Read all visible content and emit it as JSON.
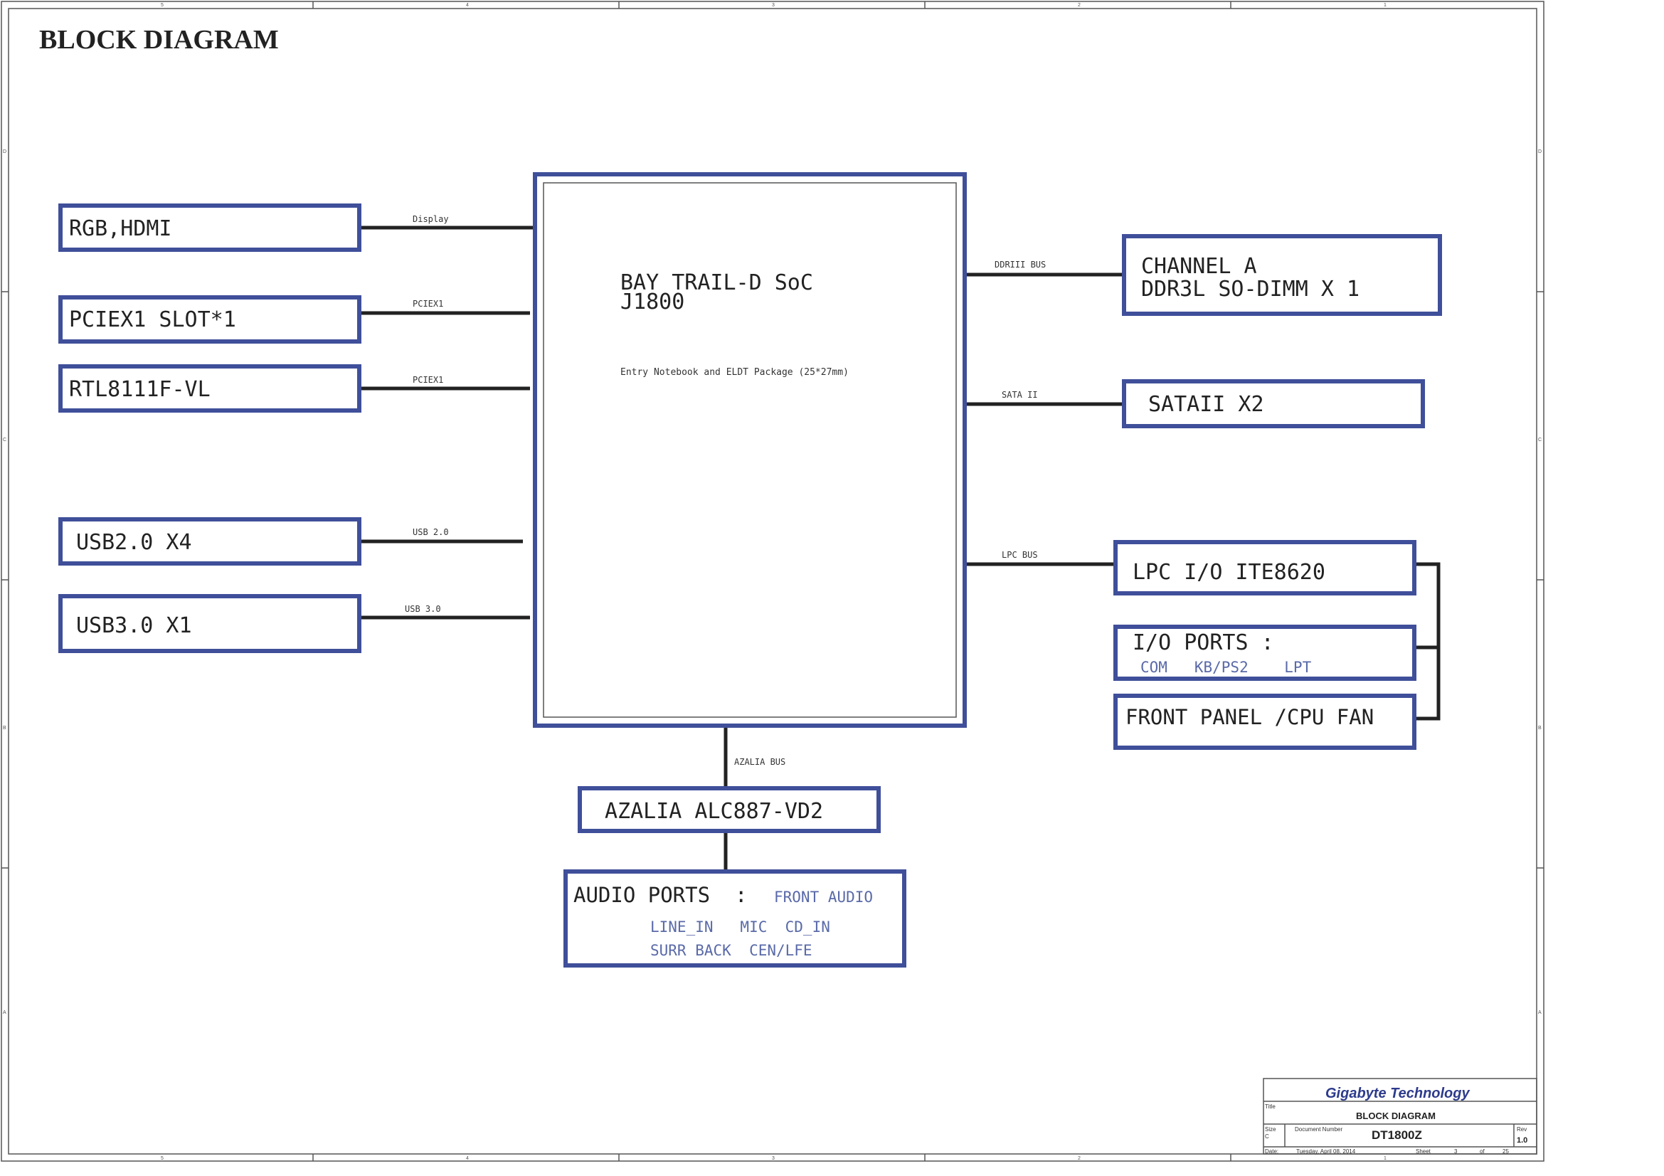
{
  "title": "BLOCK DIAGRAM",
  "zone_markers": {
    "top": [
      "5",
      "4",
      "3",
      "2",
      "1"
    ],
    "side": [
      "D",
      "C",
      "B",
      "A"
    ]
  },
  "soc": {
    "line1": "BAY TRAIL-D SoC",
    "line2": "J1800",
    "package": "Entry Notebook and ELDT  Package (25*27mm)"
  },
  "left_blocks": [
    {
      "label": "RGB,HDMI",
      "bus": "Display"
    },
    {
      "label": "PCIEX1 SLOT*1",
      "bus": "PCIEX1"
    },
    {
      "label": "RTL8111F-VL",
      "bus": "PCIEX1"
    },
    {
      "label": "USB2.0  X4",
      "bus": "USB 2.0"
    },
    {
      "label": "USB3.0  X1",
      "bus": "USB 3.0"
    }
  ],
  "right_blocks": {
    "memory": {
      "line1": "CHANNEL A",
      "line2": "DDR3L   SO-DIMM X 1",
      "bus": "DDRIII BUS"
    },
    "sata": {
      "label": "SATAII X2",
      "bus": "SATA II"
    },
    "lpc": {
      "label": "LPC I/O ITE8620",
      "bus": "LPC BUS"
    },
    "io_ports": {
      "label": "I/O PORTS  :",
      "sub": "COM   KB/PS2    LPT"
    },
    "front_panel": {
      "label": "FRONT PANEL /CPU FAN"
    }
  },
  "bottom_blocks": {
    "azalia": {
      "label": "AZALIA ALC887-VD2",
      "bus": "AZALIA BUS"
    },
    "audio": {
      "label": "AUDIO PORTS  :",
      "front": "FRONT AUDIO",
      "line2": "LINE_IN   MIC  CD_IN",
      "line3": "SURR BACK  CEN/LFE"
    }
  },
  "title_block": {
    "company": "Gigabyte Technology",
    "title_label": "Title",
    "title": "BLOCK DIAGRAM",
    "size_label": "Size",
    "size": "C",
    "doc_label": "Document Number",
    "doc_number": "DT1800Z",
    "rev_label": "Rev",
    "rev": "1.0",
    "date_label": "Date:",
    "date": "Tuesday, April 08, 2014",
    "sheet_label": "Sheet",
    "sheet": "3",
    "of_label": "of",
    "of": "25"
  },
  "colors": {
    "box_border": "#3f4f9a",
    "wire": "#222222",
    "sub_text": "#5a6aa8",
    "company_text": "#2d3b8c"
  }
}
